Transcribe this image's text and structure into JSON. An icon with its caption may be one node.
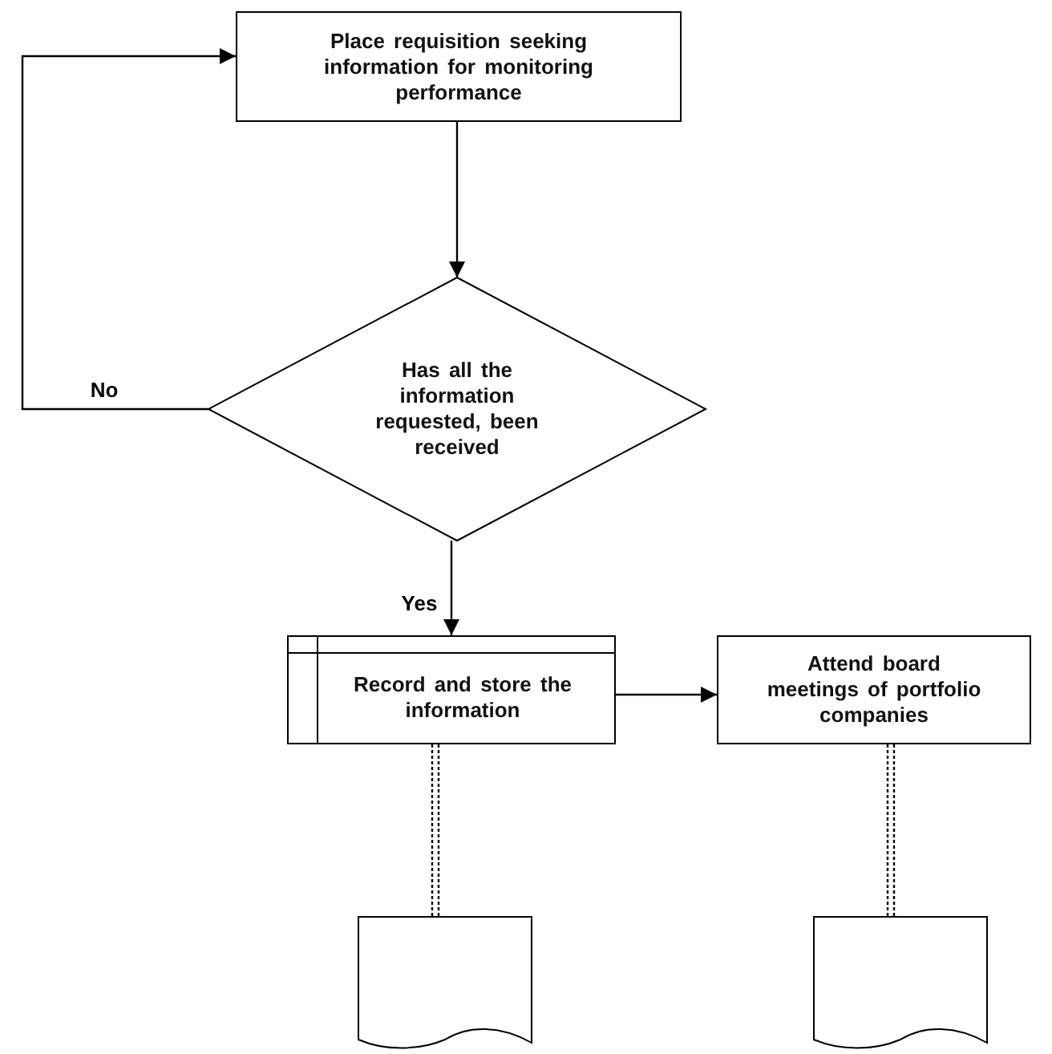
{
  "diagram": {
    "nodes": [
      {
        "text": [
          "Place requisition seeking information for monitoring performance"
        ]
      },
      {
        "text": [
          "Has all the information requested, been received"
        ]
      },
      {
        "text": [
          "Record and store the information"
        ]
      },
      {
        "text": [
          "Attend board meetings of portfolio companies"
        ]
      },
      {
        "text": [],
        "shape": "document"
      },
      {
        "text": [],
        "shape": "document"
      }
    ],
    "edges": [
      {
        "from": 0,
        "to": 1,
        "arrow": "to"
      },
      {
        "from": 1,
        "to": 0,
        "arrow": "to",
        "label": "No"
      },
      {
        "from": 1,
        "to": 2,
        "arrow": "to",
        "label": "Yes"
      },
      {
        "from": 2,
        "to": 3,
        "arrow": "to"
      },
      {
        "from": 2,
        "to": 4,
        "arrow": "none",
        "style": "dashed"
      },
      {
        "from": 3,
        "to": 5,
        "arrow": "none",
        "style": "dashed"
      }
    ]
  }
}
